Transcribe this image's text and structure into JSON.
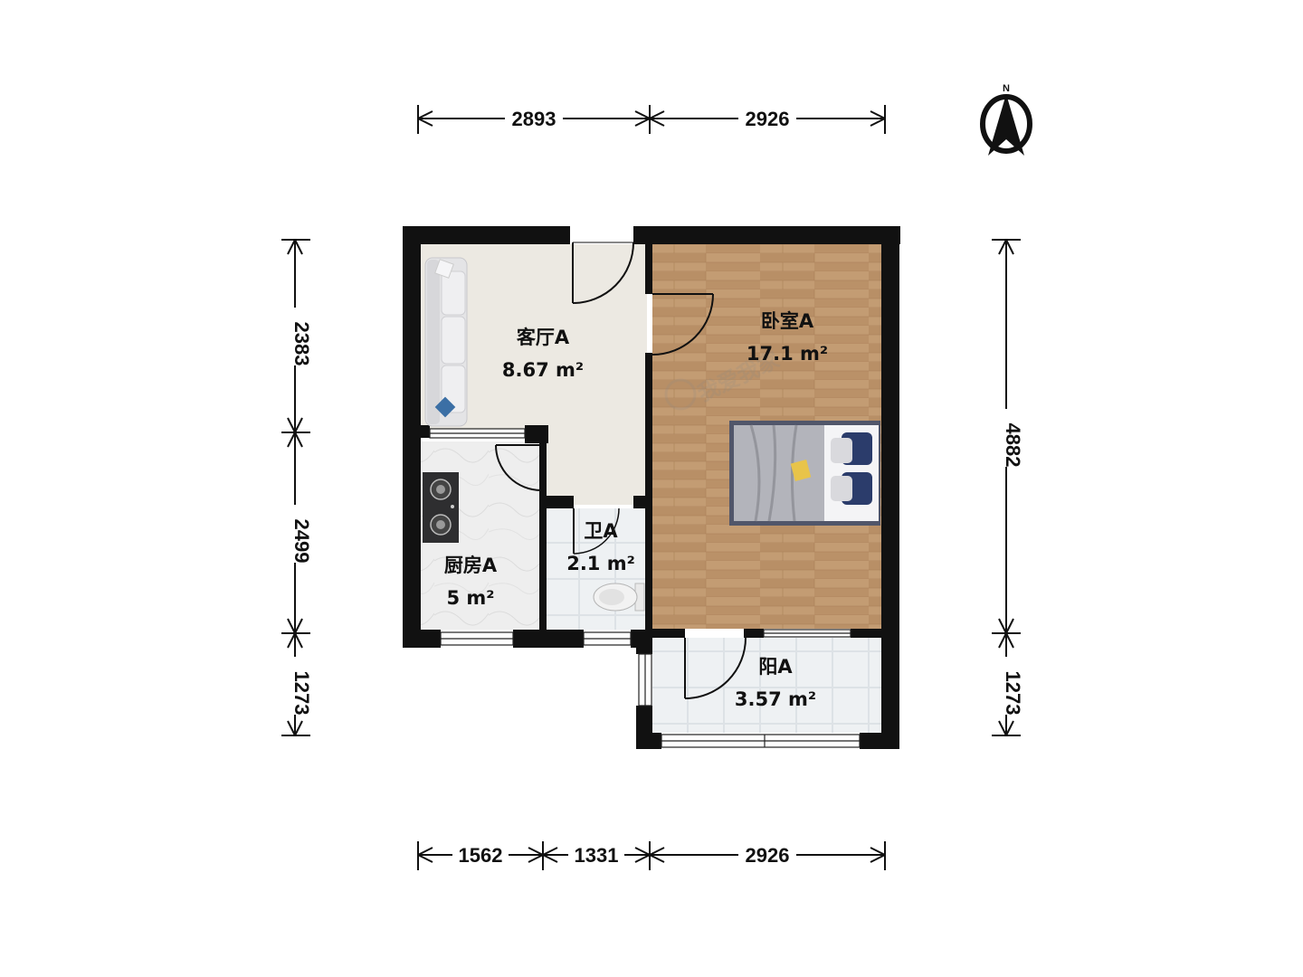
{
  "compass": {
    "label": "N"
  },
  "dimensions": {
    "top": [
      "2893",
      "2926"
    ],
    "bottom": [
      "1562",
      "1331",
      "2926"
    ],
    "left": [
      "2383",
      "2499",
      "1273"
    ],
    "right": [
      "4882",
      "1273"
    ]
  },
  "rooms": {
    "living": {
      "name": "客厅A",
      "area": "8.67 m²"
    },
    "bedroom": {
      "name": "卧室A",
      "area": "17.1 m²"
    },
    "kitchen": {
      "name": "厨房A",
      "area": "5 m²"
    },
    "bath": {
      "name": "卫A",
      "area": "2.1 m²"
    },
    "balcony": {
      "name": "阳A",
      "area": "3.57 m²"
    }
  },
  "watermark": {
    "text": "我爱我家"
  }
}
